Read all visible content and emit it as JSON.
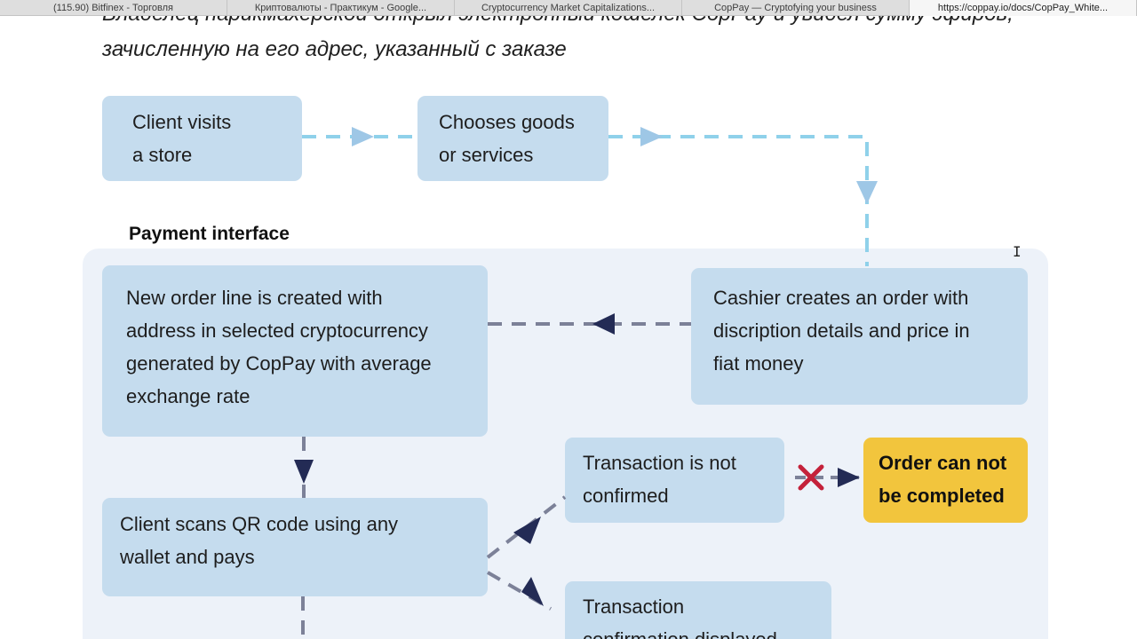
{
  "browser": {
    "tabs": [
      {
        "label": "(115.90) Bitfinex - Торговля",
        "active": false
      },
      {
        "label": "Криптовалюты - Практикум - Google...",
        "active": false
      },
      {
        "label": "Cryptocurrency Market Capitalizations...",
        "active": false
      },
      {
        "label": "CopPay — Cryptofying your business",
        "active": false
      },
      {
        "label": "https://coppay.io/docs/CopPay_White...",
        "active": true
      }
    ]
  },
  "document": {
    "line1": "Владелец парикмахерской открыл электронный кошелек CopPay и увидел сумму эфиров,",
    "line2": "зачисленную на его адрес, указанный с заказе"
  },
  "diagram": {
    "section_label": "Payment interface",
    "client_visits": [
      "Client visits",
      "a store"
    ],
    "chooses_goods": [
      "Chooses goods",
      "or services"
    ],
    "cashier_order": [
      "Cashier creates an order with",
      "discription details and price in",
      "fiat money"
    ],
    "new_order_line": [
      "New order line is created with",
      "address in  selected cryptocurrency",
      "generated by CopPay with average",
      "exchange rate"
    ],
    "client_scans": [
      "Client scans QR code using any",
      "wallet and pays"
    ],
    "tx_not_confirmed": [
      "Transaction is not",
      "confirmed"
    ],
    "order_cannot": [
      "Order can not",
      "be completed"
    ],
    "tx_confirmation": [
      "Transaction",
      "confirmation displayed"
    ]
  },
  "colors": {
    "box_blue": "#c5dcee",
    "panel_bg": "#edf2f9",
    "box_yellow": "#f2c53d",
    "connector_light": "#8fd1ea",
    "connector_dark": "#7c8198",
    "arrow_dark": "#232b55",
    "reject_red": "#c4213a"
  }
}
